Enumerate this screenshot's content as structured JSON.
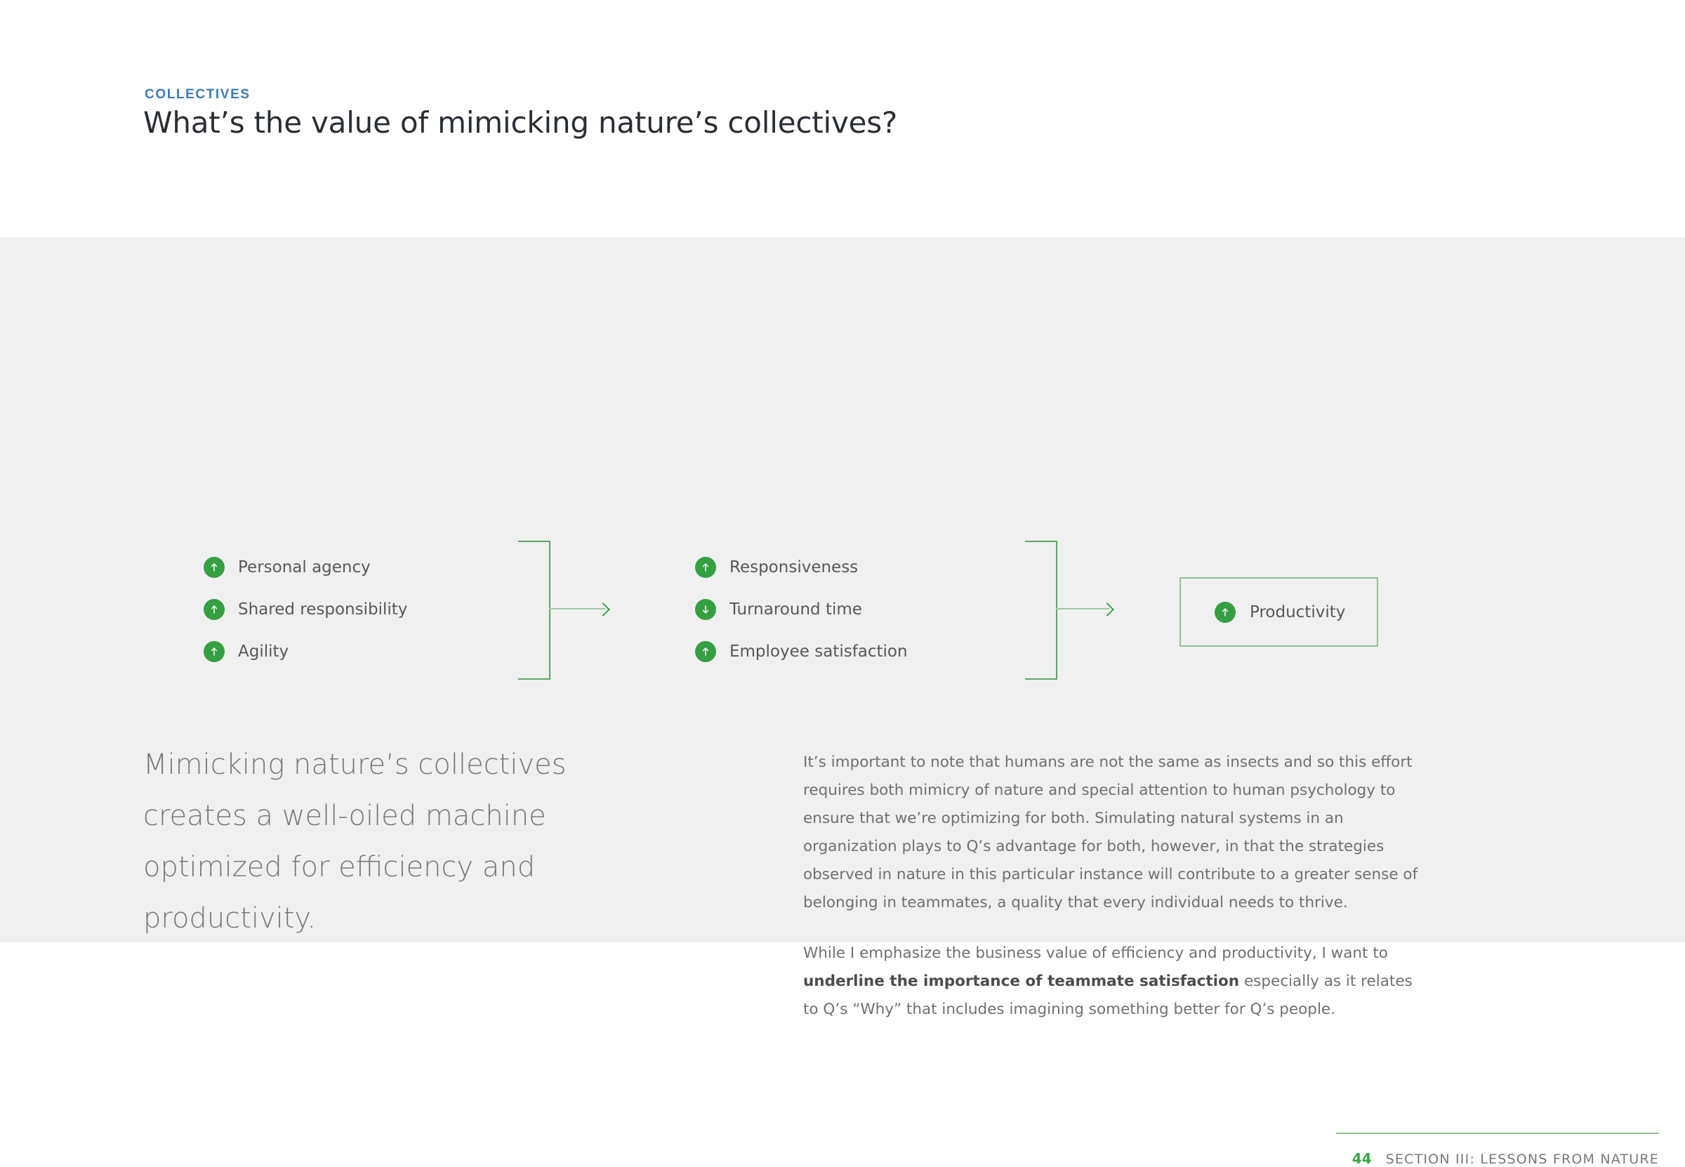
{
  "header": {
    "eyebrow": "COLLECTIVES",
    "title": "What’s the value of mimicking nature’s collectives?",
    "eyebrow_color": "#3d7cb5",
    "title_color": "#2a2f35"
  },
  "theme": {
    "page_background": "#ffffff",
    "body_background": "#f0f0f0",
    "accent_green": "#34a041",
    "line_green": "#5fa468",
    "soft_green": "#9ccba2",
    "text_gray": "#6d7174"
  },
  "diagram": {
    "groups": [
      {
        "name": "enablers",
        "items": [
          {
            "label": "Personal agency",
            "direction": "up",
            "icon": "arrow-up-icon"
          },
          {
            "label": "Shared responsibility",
            "direction": "up",
            "icon": "arrow-up-icon"
          },
          {
            "label": "Agility",
            "direction": "up",
            "icon": "arrow-up-icon"
          }
        ]
      },
      {
        "name": "outcomes",
        "items": [
          {
            "label": "Responsiveness",
            "direction": "up",
            "icon": "arrow-up-icon"
          },
          {
            "label": "Turnaround time",
            "direction": "down",
            "icon": "arrow-down-icon"
          },
          {
            "label": "Employee satisfaction",
            "direction": "up",
            "icon": "arrow-up-icon"
          }
        ]
      }
    ],
    "result": {
      "label": "Productivity",
      "direction": "up",
      "icon": "arrow-up-icon"
    },
    "connector_icon": "arrow-right-icon"
  },
  "content": {
    "lead": "Mimicking nature’s collectives creates a well-oiled machine optimized for efficiency and productivity.",
    "paragraph_1": "It’s important to note that humans are not the same as insects and so this effort requires both mimicry of nature and special attention to human psychology to ensure that we’re optimizing for both. Simulating natural systems in an organization plays to Q’s advantage for both, however, in that the strategies observed in nature in this particular instance will contribute to a greater sense of belonging in teammates, a quality that every individual needs to thrive.",
    "paragraph_2_part_1": "While I emphasize the business value of efficiency and productivity, I want to ",
    "paragraph_2_bold": "underline the importance of teammate satisfaction",
    "paragraph_2_part_2": " especially as it relates to Q’s “Why” that includes imagining something better for Q’s people."
  },
  "footer": {
    "page_number": "44",
    "section_label": "SECTION III: LESSONS FROM NATURE"
  }
}
